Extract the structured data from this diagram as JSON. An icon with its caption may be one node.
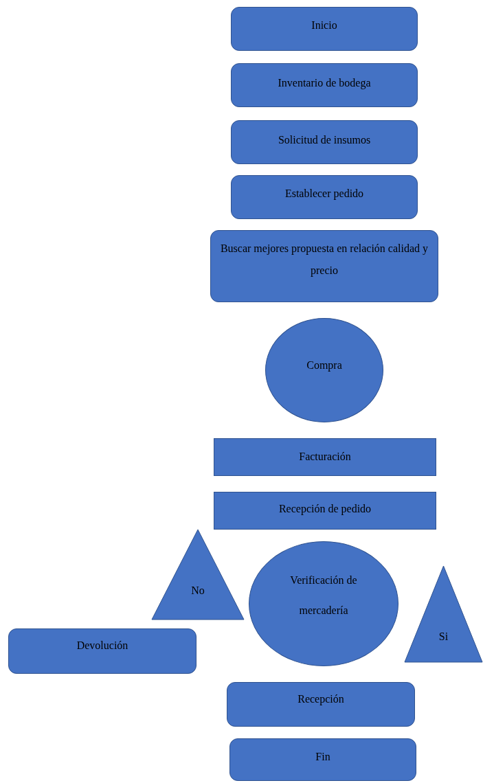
{
  "diagram": {
    "nodes": [
      {
        "text": [
          "Inicio"
        ]
      },
      {
        "text": [
          "Inventario de bodega"
        ]
      },
      {
        "text": [
          "Solicitud de insumos"
        ]
      },
      {
        "text": [
          "Establecer pedido"
        ]
      },
      {
        "text": [
          "Buscar mejores propuesta en relación calidad y precio"
        ]
      },
      {
        "text": [
          "Compra"
        ]
      },
      {
        "text": [
          "Facturación"
        ]
      },
      {
        "text": [
          "Recepción de pedido"
        ]
      },
      {
        "text": [
          "No"
        ]
      },
      {
        "text": [
          "Verificación de mercadería"
        ]
      },
      {
        "text": [
          "Si"
        ]
      },
      {
        "text": [
          "Devolución"
        ]
      },
      {
        "text": [
          "Recepción"
        ]
      },
      {
        "text": [
          "Fin"
        ]
      }
    ]
  }
}
